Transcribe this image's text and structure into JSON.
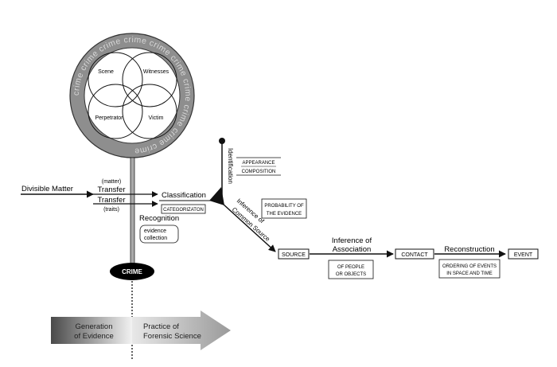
{
  "circle": {
    "ring_word": "crime",
    "venn": {
      "scene": "Scene",
      "witnesses": "Witnesses",
      "perpetrator": "Perpetrator",
      "victim": "Victim"
    }
  },
  "left": {
    "divisible_matter": "Divisible Matter",
    "matter": "(matter)",
    "transfer1": "Transfer",
    "transfer2": "Transfer",
    "traits": "(traits)"
  },
  "middle": {
    "classification": "Classification",
    "categorization": "CATEGORIZATON",
    "recognition": "Recognition",
    "evidence_collection": [
      "evidence",
      "collection"
    ],
    "crime": "CRIME"
  },
  "branch": {
    "identification": "Identification",
    "appearance": "APPEARANCE",
    "composition": "COMPOSITION",
    "probability": [
      "PROBABILITY OF",
      "THE EVIDENCE"
    ],
    "inference_common_source": [
      "Inference of",
      "Common Source"
    ]
  },
  "flow": {
    "source": "SOURCE",
    "inference_association": [
      "Inference of",
      "Association"
    ],
    "people_objects": [
      "OF PEOPLE",
      "OR OBJECTS"
    ],
    "contact": "CONTACT",
    "reconstruction": "Reconstruction",
    "ordering": [
      "ORDERING OF EVENTS",
      "IN SPACE AND TIME"
    ],
    "event": "EVENT"
  },
  "bottom": {
    "generation": [
      "Generation",
      "of Evidence"
    ],
    "practice": [
      "Practice of",
      "Forensic Science"
    ]
  },
  "colors": {
    "ring": "#8a8a8a",
    "inner_disk": "#ffffff",
    "ink": "#111111",
    "arrow_gray": "#8c8c8c"
  }
}
